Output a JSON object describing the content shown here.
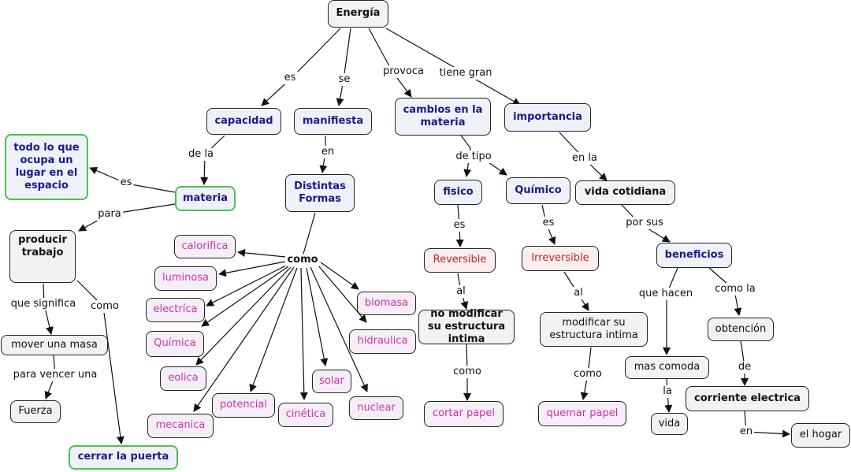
{
  "nodes": {
    "energia": "Energía",
    "capacidad": "capacidad",
    "manifiesta": "manifiesta",
    "cambios": "cambios en la materia",
    "importancia": "importancia",
    "todo": "todo lo que ocupa un lugar en el espacio",
    "materia": "materia",
    "distintas": "Distintas Formas",
    "fisico": "fisico",
    "quimico": "Químico",
    "vida_cotidiana": "vida cotidiana",
    "producir": "producir trabajo",
    "beneficios": "beneficios",
    "calorifica": "calorifica",
    "luminosa": "luminosa",
    "electrica": "electríca",
    "quimica": "Química",
    "eolica": "eolica",
    "mecanica": "mecanica",
    "potencial": "potencial",
    "cinetica": "cinética",
    "solar": "solar",
    "nuclear": "nuclear",
    "biomasa": "biomasa",
    "hidraulica": "hidraulica",
    "reversible": "Reversible",
    "irreversible": "Irreversible",
    "no_modificar": "no modificar su estructura intima",
    "modificar": "modificar su estructura intima",
    "mover": "mover una masa",
    "fuerza": "Fuerza",
    "cerrar": "cerrar la puerta",
    "cortar": "cortar papel",
    "quemar": "quemar papel",
    "mas_comoda": "mas comoda",
    "obtencion": "obtención",
    "vida": "vida",
    "corriente": "corriente electrica",
    "hogar": "el hogar"
  },
  "links": {
    "es1": "es",
    "se": "se",
    "provoca": "provoca",
    "tiene_gran": "tiene gran",
    "de_la": "de la",
    "en1": "en",
    "de_tipo": "de tipo",
    "en_la": "en la",
    "es2": "es",
    "para": "para",
    "como1": "como",
    "es3": "es",
    "es4": "es",
    "por_sus": "por sus",
    "que_significa": "que significa",
    "como2": "como",
    "al1": "al",
    "al2": "al",
    "que_hacen": "que hacen",
    "como_la": "como la",
    "para_vencer": "para vencer una",
    "como3": "como",
    "como4": "como",
    "de": "de",
    "la": "la",
    "en2": "en"
  },
  "colors": {
    "concept_blue": "#1a1a8c",
    "pink": "#cc33aa",
    "red": "#cc2222",
    "green_border": "#4cc24c"
  }
}
